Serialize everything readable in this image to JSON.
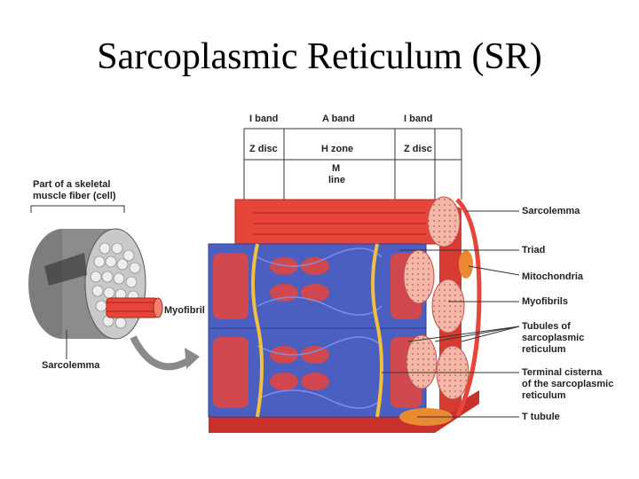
{
  "title": "Sarcoplasmic Reticulum (SR)",
  "labels": {
    "i_band_left": "I band",
    "a_band": "A band",
    "i_band_right": "I band",
    "z_disc_left": "Z disc",
    "h_zone": "H zone",
    "z_disc_right": "Z disc",
    "m_line_1": "M",
    "m_line_2": "line",
    "fiber_1": "Part of a skeletal",
    "fiber_2": "muscle fiber (cell)",
    "myofibril_inset": "Myofibril",
    "sarcolemma_inset": "Sarcolemma",
    "sarcolemma": "Sarcolemma",
    "triad": "Triad",
    "mitochondria": "Mitochondria",
    "myofibrils": "Myofibrils",
    "tubules_1": "Tubules of",
    "tubules_2": "sarcoplasmic",
    "tubules_3": "reticulum",
    "terminal_1": "Terminal cisterna",
    "terminal_2": "of the sarcoplasmic",
    "terminal_3": "reticulum",
    "t_tubule": "T tubule"
  },
  "colors": {
    "muscle_red": "#e8453a",
    "muscle_dark": "#b52a22",
    "sr_blue": "#4a5fc0",
    "t_tubule_yellow": "#f0c040",
    "fiber_pink": "#f4b8a8",
    "inset_gray": "#9a9a9a"
  }
}
